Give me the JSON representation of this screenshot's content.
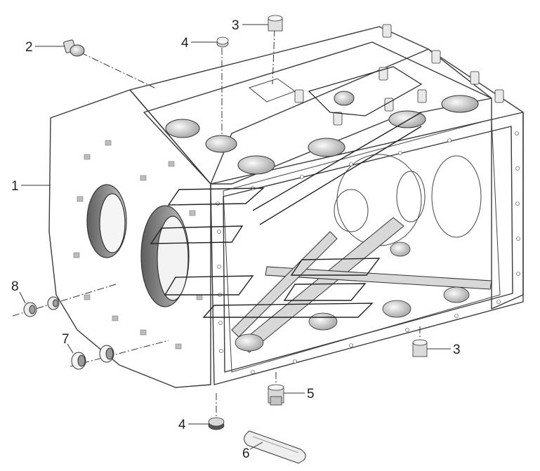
{
  "figure": {
    "callouts": [
      {
        "id": "c1",
        "label": "1"
      },
      {
        "id": "c2",
        "label": "2"
      },
      {
        "id": "c3a",
        "label": "3"
      },
      {
        "id": "c4a",
        "label": "4"
      },
      {
        "id": "c3b",
        "label": "3"
      },
      {
        "id": "c5",
        "label": "5"
      },
      {
        "id": "c4b",
        "label": "4"
      },
      {
        "id": "c6",
        "label": "6"
      },
      {
        "id": "c7",
        "label": "7"
      },
      {
        "id": "c8",
        "label": "8"
      }
    ]
  },
  "colors": {
    "housing_light": "#f2f2f2",
    "housing_shade": "#c9c9c9",
    "top_deck": "#7b7b7b",
    "flange": "#8c8c8c",
    "interior": "#a9a9a9",
    "line": "#333333"
  }
}
